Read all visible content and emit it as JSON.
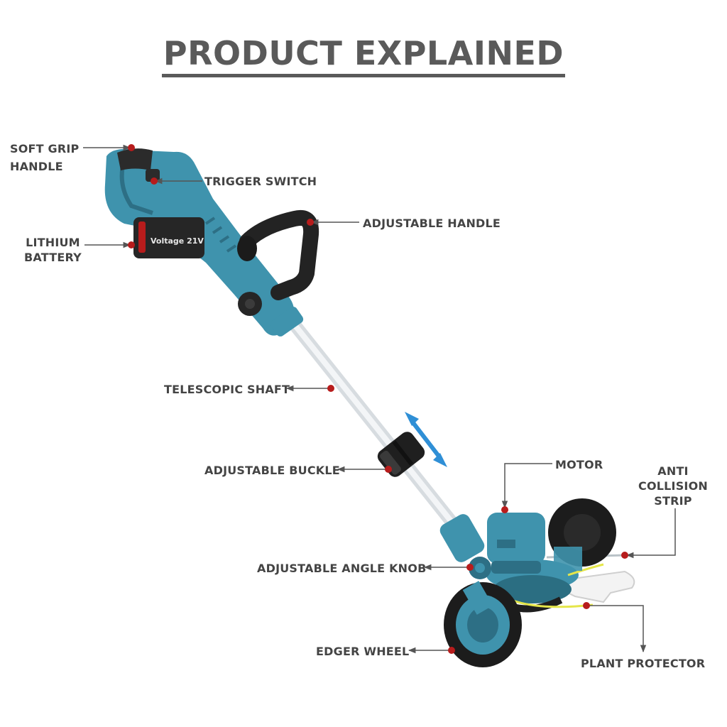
{
  "title": "PRODUCT EXPLAINED",
  "battery_text": "Voltage 21V",
  "colors": {
    "body": "#3f93ad",
    "body_dark": "#2d6f85",
    "grip": "#2b2b2b",
    "shaft": "#e6e9ec",
    "dot": "#b71c1c",
    "text": "#444444",
    "arrow": "#2f8fd6"
  },
  "labels": {
    "soft_grip_1": "SOFT GRIP",
    "soft_grip_2": "HANDLE",
    "trigger_switch": "TRIGGER SWITCH",
    "lithium_1": "LITHIUM",
    "lithium_2": "BATTERY",
    "adjustable_handle": "ADJUSTABLE HANDLE",
    "telescopic_shaft": "TELESCOPIC SHAFT",
    "adjustable_buckle": "ADJUSTABLE BUCKLE",
    "motor": "MOTOR",
    "anti_1": "ANTI",
    "anti_2": "COLLISION",
    "anti_3": "STRIP",
    "adjustable_angle_knob": "ADJUSTABLE ANGLE KNOB",
    "edger_wheel": "EDGER WHEEL",
    "plant_protector": "PLANT PROTECTOR"
  }
}
